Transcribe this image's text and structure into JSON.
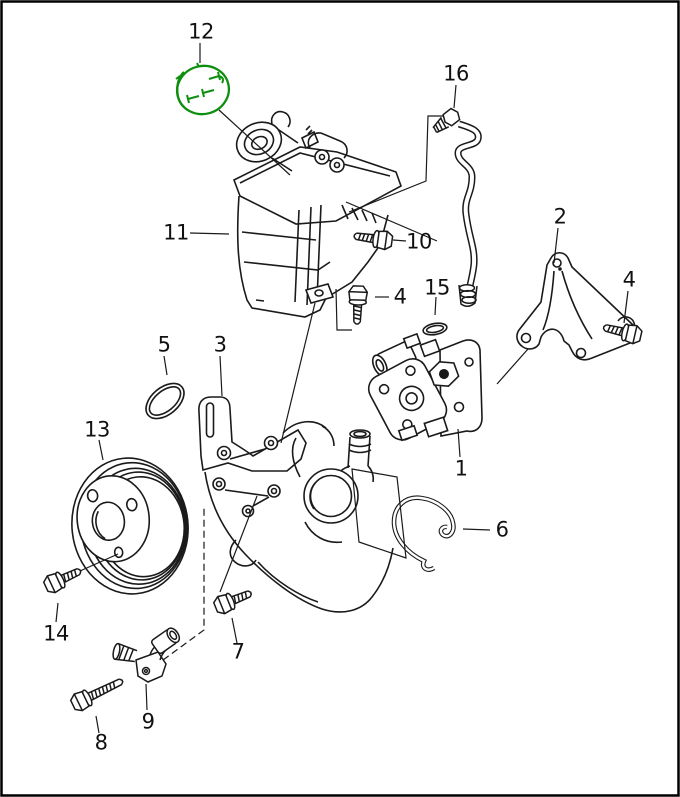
{
  "diagram": {
    "kind": "exploded-parts-diagram",
    "background_color": "#ffffff",
    "line_color": "#1a1a1a",
    "border_color": "#000000",
    "highlight_color": "#0f8f0f",
    "highlighted_callout": "12",
    "callouts": {
      "1": {
        "label": "1",
        "part": "power-steering-pump"
      },
      "2": {
        "label": "2",
        "part": "support-bracket"
      },
      "3": {
        "label": "3",
        "part": "pump-carrier-bracket"
      },
      "4a": {
        "label": "4",
        "part": "hex-bolt"
      },
      "4b": {
        "label": "4",
        "part": "hex-bolt"
      },
      "5": {
        "label": "5",
        "part": "o-ring-gasket"
      },
      "6": {
        "label": "6",
        "part": "retaining-spring-clip"
      },
      "7": {
        "label": "7",
        "part": "hex-bolt"
      },
      "8": {
        "label": "8",
        "part": "hex-bolt-long"
      },
      "9": {
        "label": "9",
        "part": "hose-union-fitting"
      },
      "10": {
        "label": "10",
        "part": "hex-bolt"
      },
      "11": {
        "label": "11",
        "part": "fluid-reservoir"
      },
      "12": {
        "label": "12",
        "part": "reservoir-cap",
        "highlighted": true
      },
      "13": {
        "label": "13",
        "part": "belt-pulley"
      },
      "14": {
        "label": "14",
        "part": "hex-bolt"
      },
      "15": {
        "label": "15",
        "part": "o-ring-small"
      },
      "16": {
        "label": "16",
        "part": "pressure-line"
      }
    }
  }
}
